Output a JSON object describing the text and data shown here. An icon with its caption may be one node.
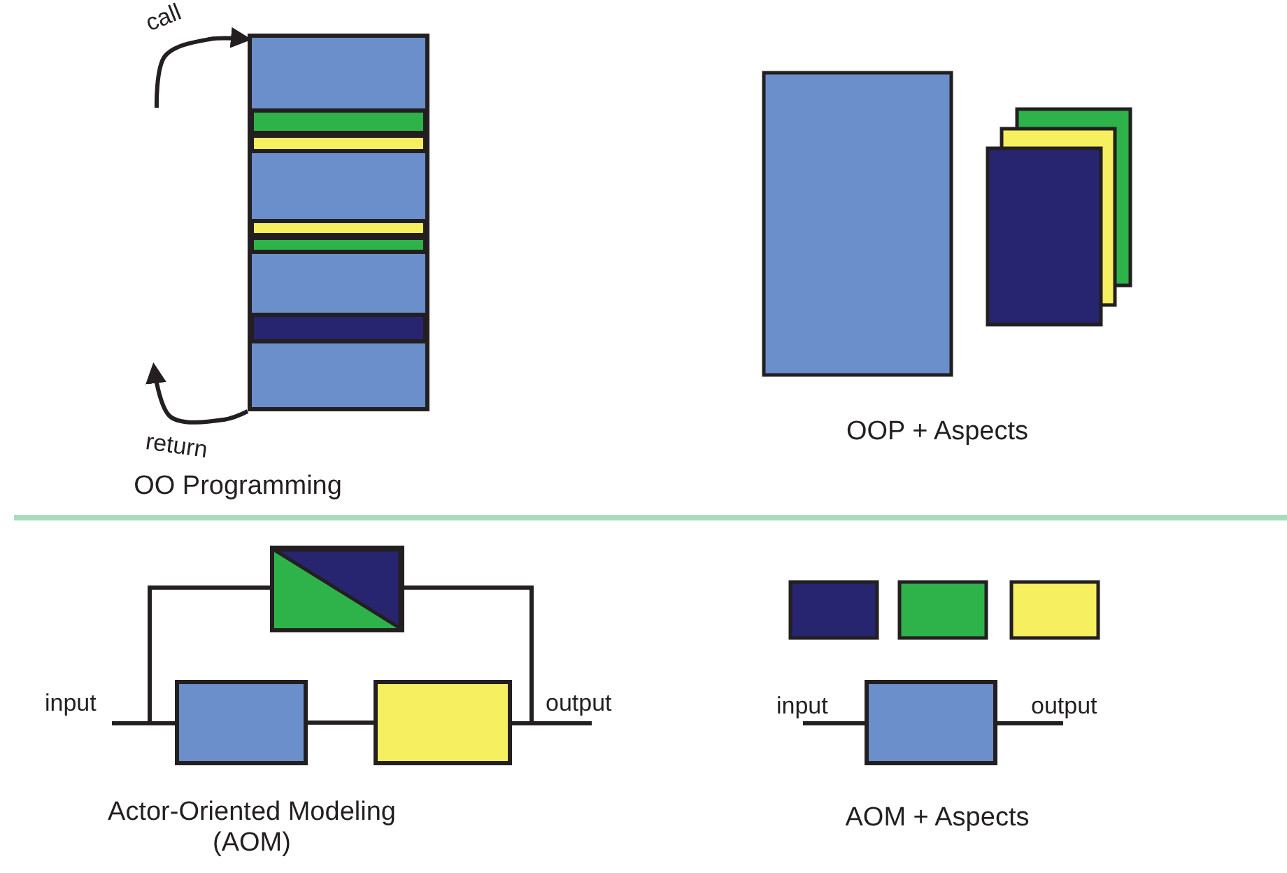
{
  "diagram": {
    "nodes": [
      {
        "text": [],
        "shape": "box"
      },
      {
        "text": [],
        "shape": "box"
      },
      {
        "text": [],
        "shape": "box"
      },
      {
        "text": [],
        "shape": "box"
      },
      {
        "text": [],
        "shape": "box"
      }
    ],
    "edges": [
      {
        "from": null,
        "to": 0,
        "arrow": "to",
        "label": "call"
      },
      {
        "from": 0,
        "to": null,
        "arrow": "to",
        "label": "return"
      },
      {
        "from": null,
        "to": 2,
        "arrow": "none",
        "label": "input"
      },
      {
        "from": null,
        "to": 1,
        "arrow": "none"
      },
      {
        "from": 2,
        "to": 3,
        "arrow": "none"
      },
      {
        "from": 3,
        "to": null,
        "arrow": "none",
        "label": "output"
      },
      {
        "from": 1,
        "to": null,
        "arrow": "none"
      },
      {
        "from": null,
        "to": 4,
        "arrow": "none",
        "label": "input"
      },
      {
        "from": 4,
        "to": null,
        "arrow": "none",
        "label": "output"
      }
    ],
    "labels": [
      "OO Programming",
      "OOP + Aspects",
      "Actor-Oriented Modeling (AOM)",
      "AOM + Aspects"
    ]
  }
}
